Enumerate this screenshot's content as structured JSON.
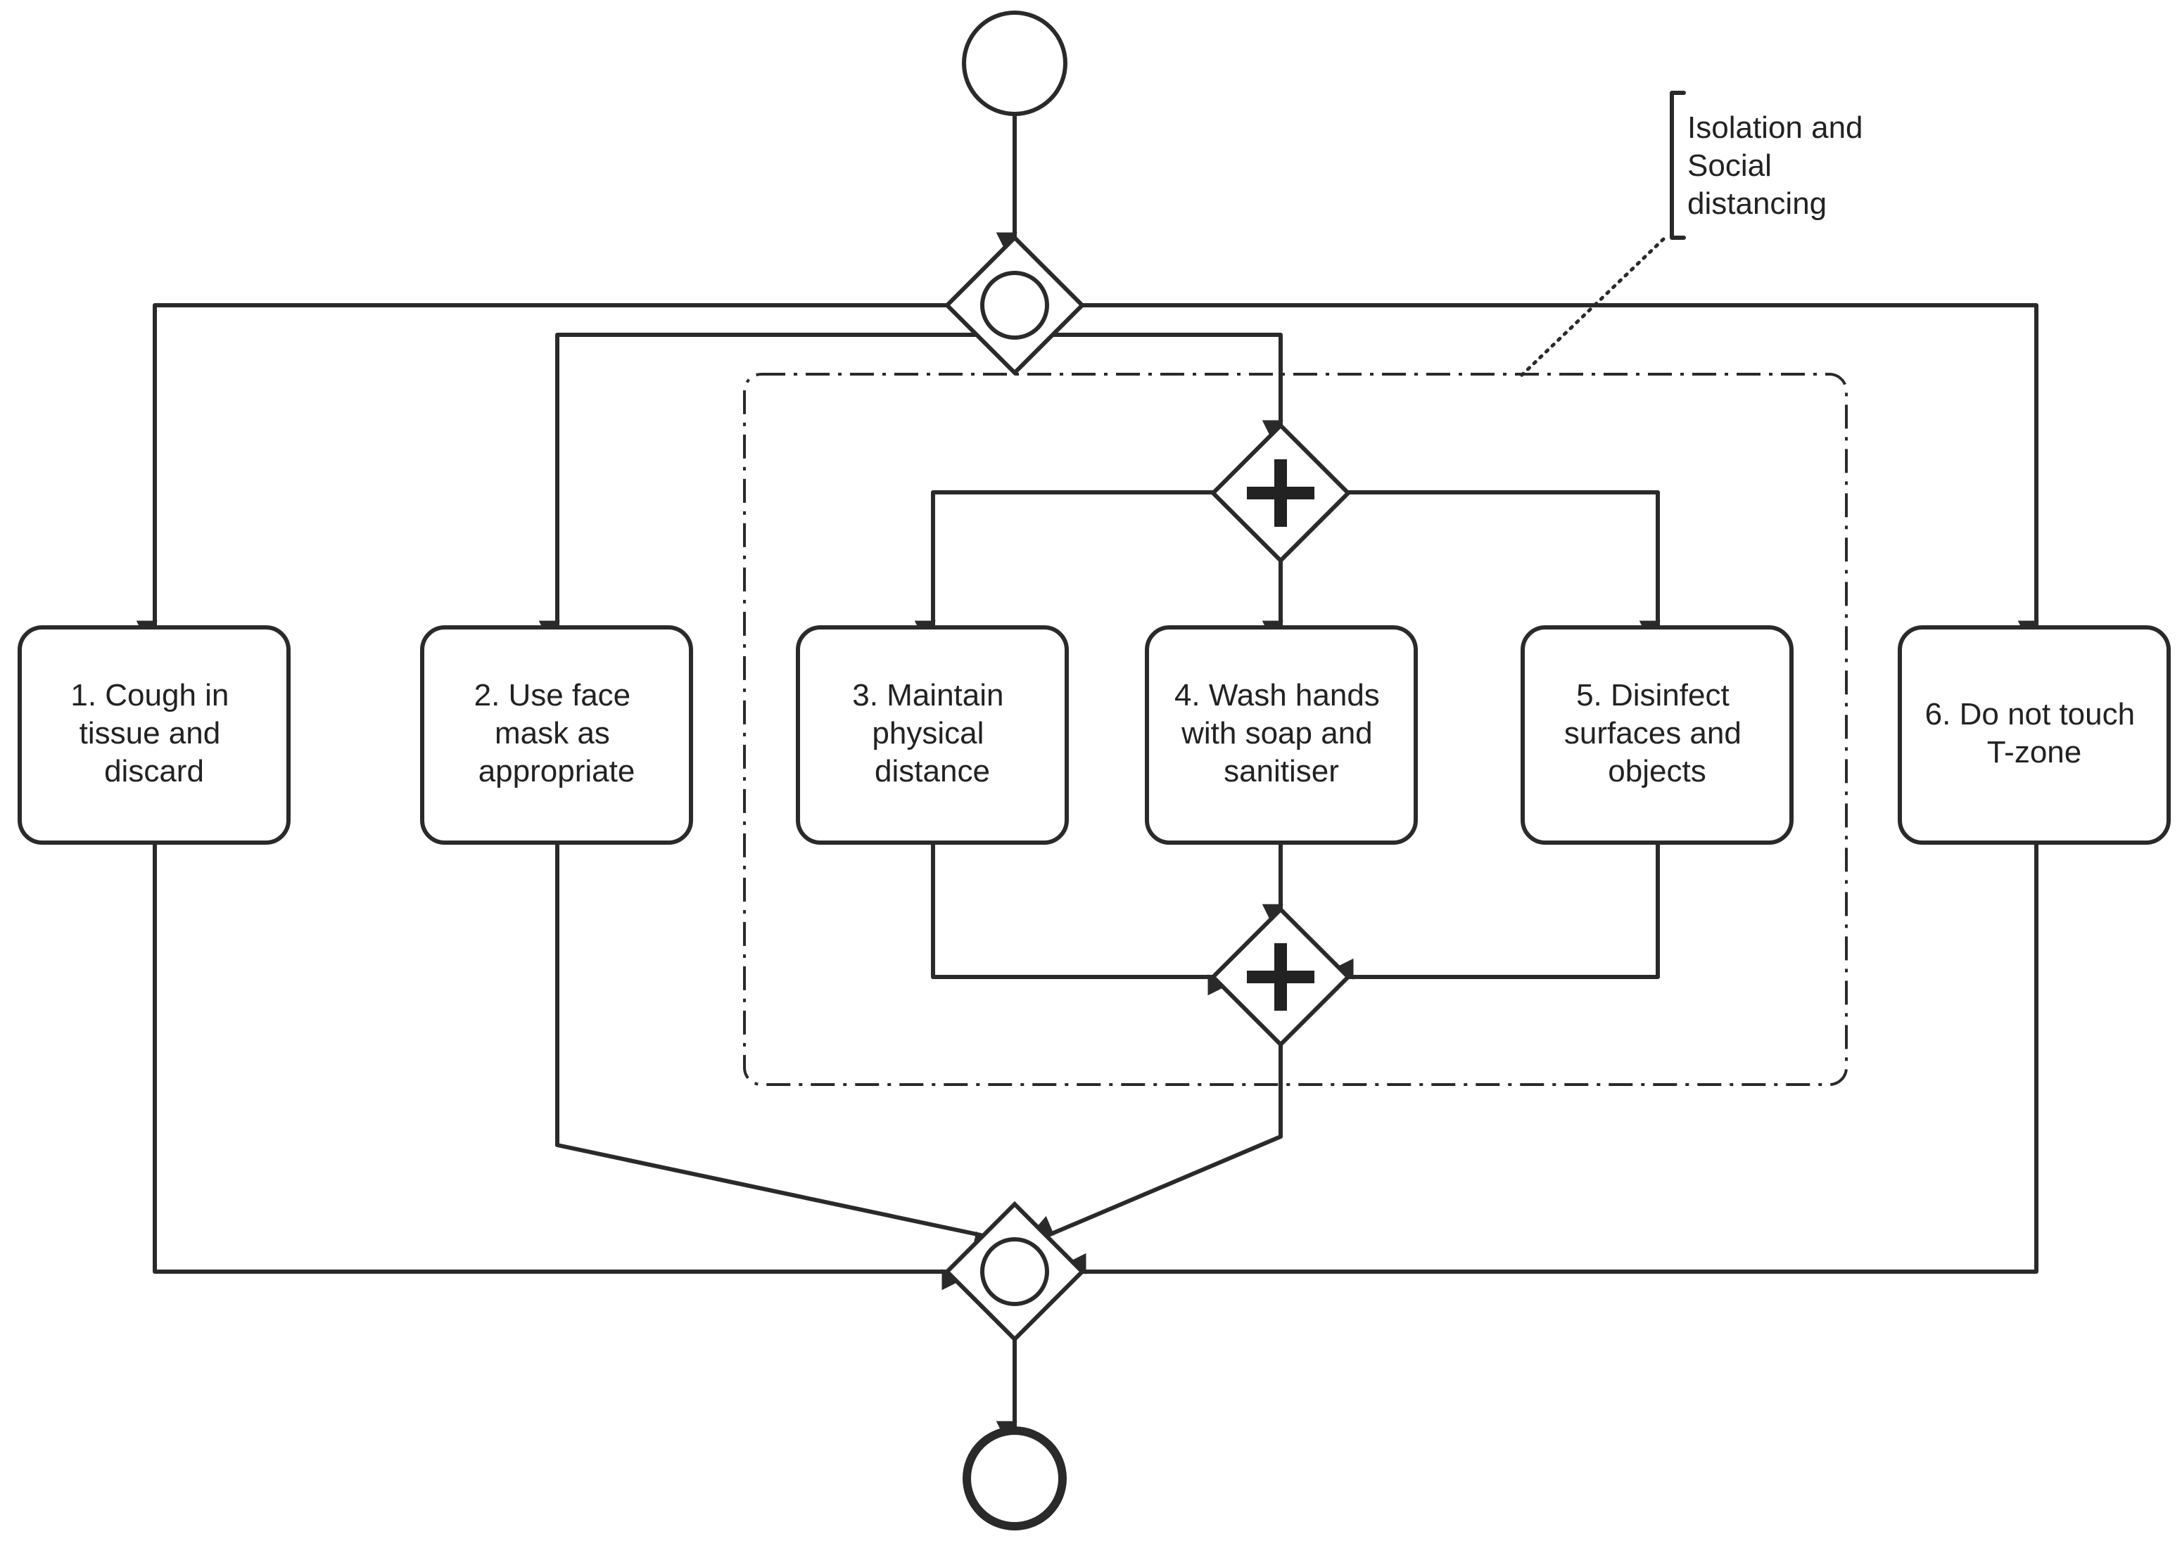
{
  "tasks": {
    "t1": [
      "1. Cough in",
      "tissue and",
      "discard"
    ],
    "t2": [
      "2. Use face",
      "mask as",
      "appropriate"
    ],
    "t3": [
      "3. Maintain",
      "physical",
      "distance"
    ],
    "t4": [
      "4. Wash hands",
      "with soap and",
      "sanitiser"
    ],
    "t5": [
      "5. Disinfect",
      "surfaces and",
      "objects"
    ],
    "t6": [
      "6. Do not touch",
      "T-zone"
    ]
  },
  "annotation": [
    "Isolation and",
    "Social",
    "distancing"
  ]
}
